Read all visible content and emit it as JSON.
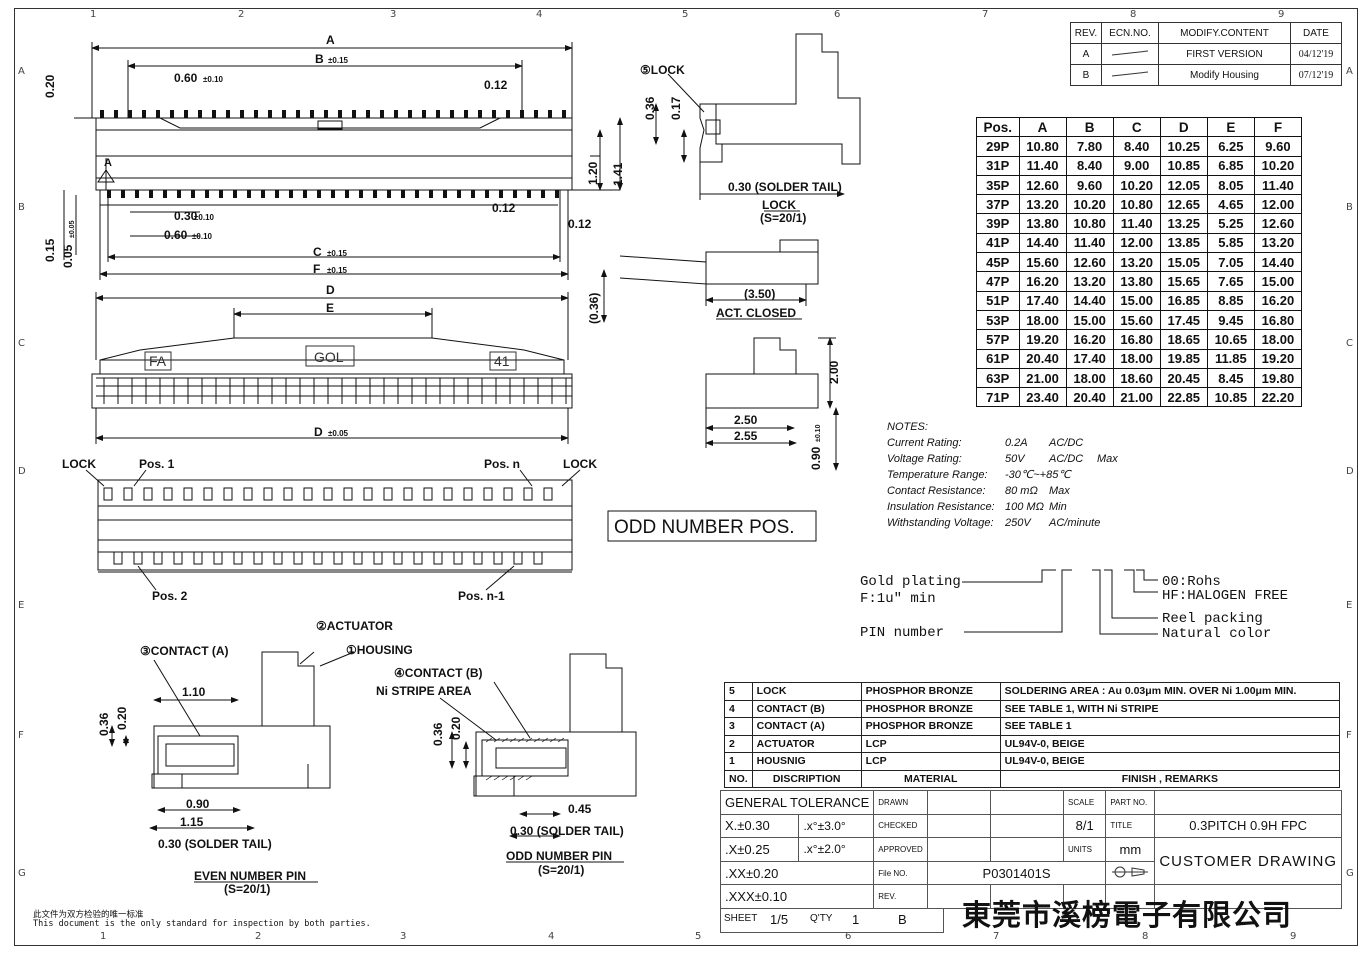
{
  "revision_table": {
    "headers": [
      "REV.",
      "ECN.NO.",
      "MODIFY.CONTENT",
      "DATE"
    ],
    "rows": [
      {
        "rev": "A",
        "content": "FIRST VERSION",
        "date": "04/12'19"
      },
      {
        "rev": "B",
        "content": "Modify Housing",
        "date": "07/12'19"
      }
    ]
  },
  "grid": {
    "columns": [
      "1",
      "2",
      "3",
      "4",
      "5",
      "6",
      "7",
      "8",
      "9"
    ],
    "rows": [
      "A",
      "B",
      "C",
      "D",
      "E",
      "F",
      "G"
    ]
  },
  "top_view": {
    "dim_a": "A",
    "dim_b": "B",
    "dim_b_tol": "±0.15",
    "dim_060": "0.60",
    "dim_060_tol": "±0.10",
    "dim_012_a": "0.12",
    "dim_020": "0.20",
    "dim_120": "1.20",
    "dim_141": "1.41",
    "dim_030": "0.30",
    "dim_030_tol": "±0.10",
    "dim_060b": "0.60",
    "dim_060b_tol": "±0.10",
    "dim_012_b": "0.12",
    "dim_012_c": "0.12",
    "dim_015": "0.15",
    "dim_005": "0.05",
    "dim_005_tol": "±0.05",
    "dim_c": "C",
    "dim_c_tol": "±0.15",
    "dim_f": "F",
    "dim_f_tol": "±0.15",
    "section_mark": "A"
  },
  "front_view": {
    "dim_d": "D",
    "dim_e": "E",
    "dim_d_bottom": "D",
    "dim_d_tol": "±0.05",
    "mark_left": "FA",
    "mark_center": "GOL",
    "mark_right": "41"
  },
  "bottom_view": {
    "lock_left": "LOCK",
    "pos1": "Pos. 1",
    "posn": "Pos. n",
    "lock_right": "LOCK",
    "pos2": "Pos. 2",
    "posn1": "Pos. n-1"
  },
  "odd_label": "ODD NUMBER POS.",
  "lock_view": {
    "label": "⑤LOCK",
    "dim_036": "0.36",
    "dim_017": "0.17",
    "dim_030": "0.30 (SOLDER TAIL)",
    "caption": "LOCK",
    "scale": "(S=20/1)"
  },
  "act_closed": {
    "dim_350": "(3.50)",
    "dim_036": "(0.36)",
    "caption": "ACT. CLOSED"
  },
  "side_view": {
    "dim_250": "2.50",
    "dim_255": "2.55",
    "dim_200": "2.00",
    "dim_090": "0.90",
    "dim_090_tol": "±0.10"
  },
  "pos_table": {
    "headers": [
      "Pos.",
      "A",
      "B",
      "C",
      "D",
      "E",
      "F"
    ],
    "rows": [
      [
        "29P",
        "10.80",
        "7.80",
        "8.40",
        "10.25",
        "6.25",
        "9.60"
      ],
      [
        "31P",
        "11.40",
        "8.40",
        "9.00",
        "10.85",
        "6.85",
        "10.20"
      ],
      [
        "35P",
        "12.60",
        "9.60",
        "10.20",
        "12.05",
        "8.05",
        "11.40"
      ],
      [
        "37P",
        "13.20",
        "10.20",
        "10.80",
        "12.65",
        "4.65",
        "12.00"
      ],
      [
        "39P",
        "13.80",
        "10.80",
        "11.40",
        "13.25",
        "5.25",
        "12.60"
      ],
      [
        "41P",
        "14.40",
        "11.40",
        "12.00",
        "13.85",
        "5.85",
        "13.20"
      ],
      [
        "45P",
        "15.60",
        "12.60",
        "13.20",
        "15.05",
        "7.05",
        "14.40"
      ],
      [
        "47P",
        "16.20",
        "13.20",
        "13.80",
        "15.65",
        "7.65",
        "15.00"
      ],
      [
        "51P",
        "17.40",
        "14.40",
        "15.00",
        "16.85",
        "8.85",
        "16.20"
      ],
      [
        "53P",
        "18.00",
        "15.00",
        "15.60",
        "17.45",
        "9.45",
        "16.80"
      ],
      [
        "57P",
        "19.20",
        "16.20",
        "16.80",
        "18.65",
        "10.65",
        "18.00"
      ],
      [
        "61P",
        "20.40",
        "17.40",
        "18.00",
        "19.85",
        "11.85",
        "19.20"
      ],
      [
        "63P",
        "21.00",
        "18.00",
        "18.60",
        "20.45",
        "8.45",
        "19.80"
      ],
      [
        "71P",
        "23.40",
        "20.40",
        "21.00",
        "22.85",
        "10.85",
        "22.20"
      ]
    ]
  },
  "notes": {
    "title": "NOTES:",
    "lines": [
      {
        "label": "Current Rating:",
        "value": "0.2A",
        "extra": "AC/DC",
        "extra2": ""
      },
      {
        "label": "Voltage Rating:",
        "value": "50V",
        "extra": "AC/DC",
        "extra2": "Max"
      },
      {
        "label": "Temperature Range:",
        "value": "-30℃~+85℃",
        "extra": "",
        "extra2": ""
      },
      {
        "label": "Contact Resistance:",
        "value": "80 mΩ",
        "extra": "Max",
        "extra2": ""
      },
      {
        "label": "Insulation Resistance:",
        "value": "100 MΩ",
        "extra": "Min",
        "extra2": ""
      },
      {
        "label": "Withstanding Voltage:",
        "value": "250V",
        "extra": "AC/minute",
        "extra2": ""
      }
    ]
  },
  "part_code": {
    "gold": "Gold plating",
    "gold2": "F:1u\" min",
    "pin": "PIN number",
    "rohs": "00:Rohs",
    "hf": "HF:HALOGEN FREE",
    "reel": "Reel packing",
    "natural": "Natural color"
  },
  "even_pin": {
    "contact_a": "③CONTACT (A)",
    "actuator": "②ACTUATOR",
    "housing": "①HOUSING",
    "dim_110": "1.10",
    "dim_036": "0.36",
    "dim_020": "0.20",
    "dim_090": "0.90",
    "dim_115": "1.15",
    "dim_030": "0.30 (SOLDER TAIL)",
    "caption": "EVEN NUMBER PIN",
    "scale": "(S=20/1)"
  },
  "odd_pin": {
    "contact_b": "④CONTACT (B)",
    "stripe": "Ni STRIPE AREA",
    "dim_036": "0.36",
    "dim_020": "0.20",
    "dim_045": "0.45",
    "dim_030": "0.30 (SOLDER TAIL)",
    "caption": "ODD NUMBER PIN",
    "scale": "(S=20/1)"
  },
  "bom": {
    "rows": [
      [
        "5",
        "LOCK",
        "PHOSPHOR BRONZE",
        "SOLDERING AREA : Au 0.03μm MIN. OVER Ni 1.00μm MIN."
      ],
      [
        "4",
        "CONTACT (B)",
        "PHOSPHOR BRONZE",
        "SEE TABLE 1, WITH Ni STRIPE"
      ],
      [
        "3",
        "CONTACT (A)",
        "PHOSPHOR BRONZE",
        "SEE TABLE 1"
      ],
      [
        "2",
        "ACTUATOR",
        "LCP",
        "UL94V-0, BEIGE"
      ],
      [
        "1",
        "HOUSNIG",
        "LCP",
        "UL94V-0, BEIGE"
      ]
    ],
    "header": [
      "NO.",
      "DISCRIPTION",
      "MATERIAL",
      "FINISH , REMARKS"
    ]
  },
  "title_block": {
    "general_tolerance": "GENERAL TOLERANCE",
    "tol_x": "X.±0.30",
    "tol_ang1": ".x°±3.0°",
    "tol_xx": ".X±0.25",
    "tol_ang2": ".x°±2.0°",
    "tol_xxx": ".XX±0.20",
    "tol_xxxx": ".XXX±0.10",
    "drawn": "DRAWN",
    "checked": "CHECKED",
    "approved": "APPROVED",
    "file_no_label": "File NO.",
    "file_no": "P0301401S",
    "rev_label": "REV.",
    "rev": "B",
    "scale_label": "SCALE",
    "scale": "8/1",
    "units_label": "UNITS",
    "units": "mm",
    "part_no_label": "PART NO.",
    "title_label": "TITLE",
    "title": "0.3PITCH 0.9H FPC",
    "customer": "CUSTOMER DRAWING",
    "sheet_label": "SHEET",
    "sheet": "1/5",
    "qty_label": "Q'TY",
    "qty": "1"
  },
  "company": "東莞市溪榜電子有限公司",
  "footer": {
    "cn": "此文件为双方检验的唯一标准",
    "en": "This document is the only standard for inspection by both parties."
  }
}
